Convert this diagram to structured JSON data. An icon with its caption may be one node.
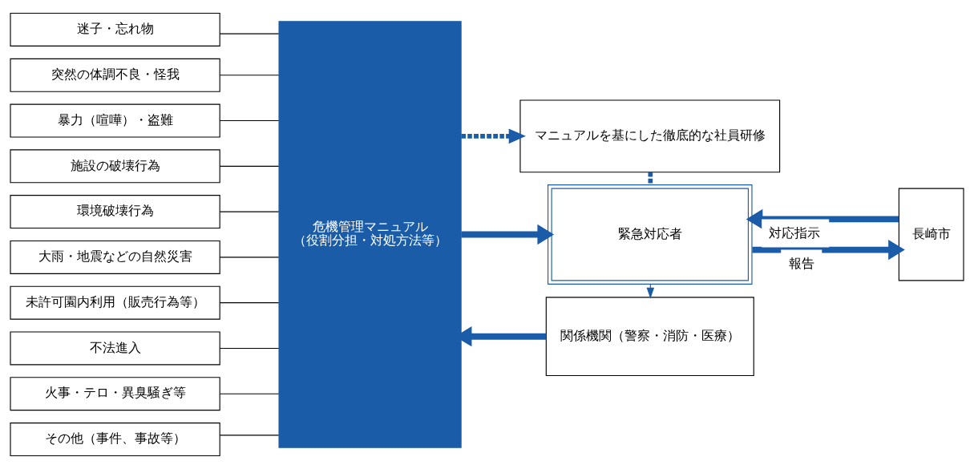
{
  "diagram": {
    "nodes": [
      {
        "text": [
          "迷子・忘れ物"
        ]
      },
      {
        "text": [
          "突然の体調不良・怪我"
        ]
      },
      {
        "text": [
          "暴力（喧嘩）・盗難"
        ]
      },
      {
        "text": [
          "施設の破壊行為"
        ]
      },
      {
        "text": [
          "環境破壊行為"
        ]
      },
      {
        "text": [
          "大雨・地震などの自然災害"
        ]
      },
      {
        "text": [
          "未許可園内利用（販売行為等）"
        ]
      },
      {
        "text": [
          "不法進入"
        ]
      },
      {
        "text": [
          "火事・テロ・異臭騒ぎ等"
        ]
      },
      {
        "text": [
          "その他（事件、事故等）"
        ]
      },
      {
        "text": [
          "危機管理マニュアル",
          "（役割分担・対処方法等）"
        ]
      },
      {
        "text": [
          "マニュアルを基にした徹底的な社員研修"
        ]
      },
      {
        "text": [
          "緊急対応者"
        ]
      },
      {
        "text": [
          "長崎市"
        ]
      },
      {
        "text": [
          "関係機関（警察・消防・医療）"
        ]
      }
    ],
    "edges": [
      {
        "from": 0,
        "to": 10,
        "arrow": "none"
      },
      {
        "from": 1,
        "to": 10,
        "arrow": "none"
      },
      {
        "from": 2,
        "to": 10,
        "arrow": "none"
      },
      {
        "from": 3,
        "to": 10,
        "arrow": "none"
      },
      {
        "from": 4,
        "to": 10,
        "arrow": "none"
      },
      {
        "from": 5,
        "to": 10,
        "arrow": "none"
      },
      {
        "from": 6,
        "to": 10,
        "arrow": "none"
      },
      {
        "from": 7,
        "to": 10,
        "arrow": "none"
      },
      {
        "from": 8,
        "to": 10,
        "arrow": "none"
      },
      {
        "from": 9,
        "to": 10,
        "arrow": "none"
      },
      {
        "from": 10,
        "to": 11,
        "arrow": "to",
        "style": "dashed",
        "color": "#1a5ca8"
      },
      {
        "from": 11,
        "to": 12,
        "arrow": "none",
        "style": "dashed",
        "color": "#1a5ca8"
      },
      {
        "from": 10,
        "to": 12,
        "arrow": "to",
        "style": "thick",
        "color": "#1a5ca8"
      },
      {
        "from": 12,
        "to": 13,
        "arrow": "to",
        "label": "報告",
        "style": "thick",
        "color": "#1a5ca8"
      },
      {
        "from": 13,
        "to": 12,
        "arrow": "to",
        "label": "対応指示",
        "style": "thick",
        "color": "#1a5ca8"
      },
      {
        "from": 12,
        "to": 14,
        "arrow": "to",
        "color": "#1a5ca8"
      },
      {
        "from": 14,
        "to": 10,
        "arrow": "to",
        "style": "thick",
        "color": "#1a5ca8"
      }
    ]
  }
}
